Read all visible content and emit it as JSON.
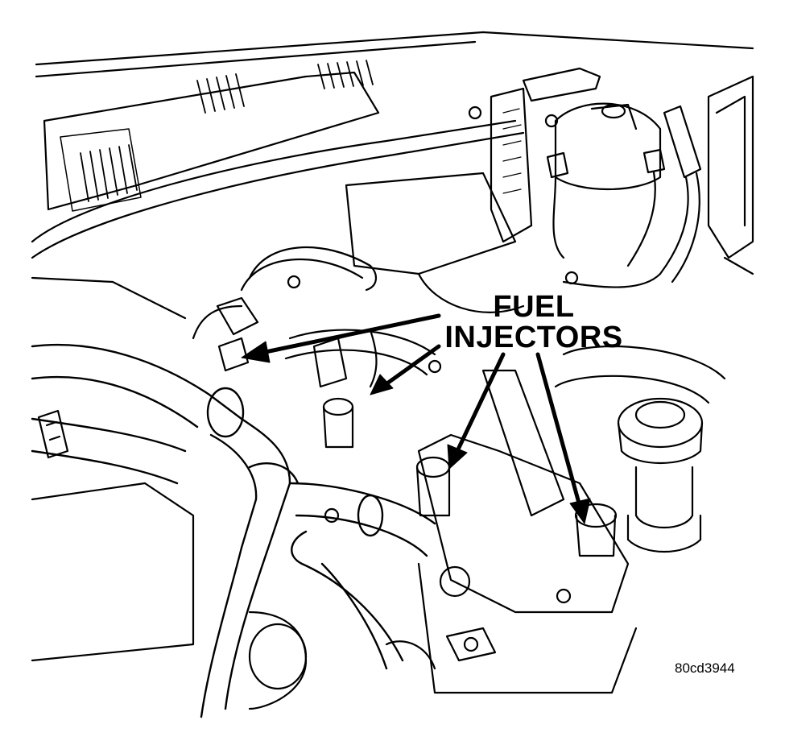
{
  "callout": {
    "line1": "FUEL",
    "line2": "INJECTORS"
  },
  "figure_id": "80cd3944",
  "colors": {
    "ink": "#000000",
    "paper": "#ffffff"
  }
}
